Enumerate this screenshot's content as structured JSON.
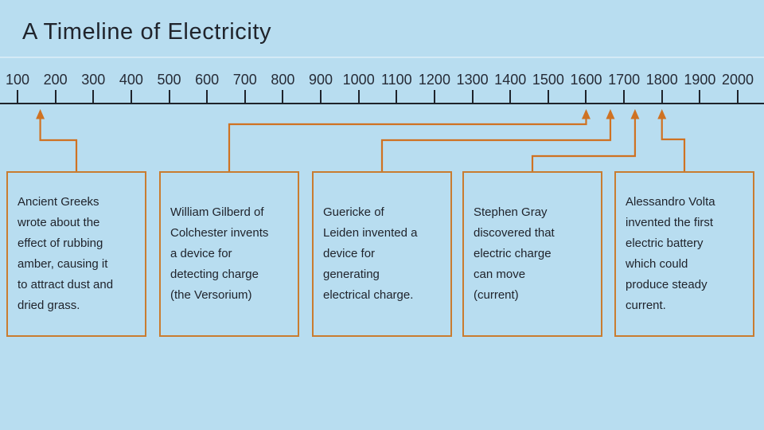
{
  "slide": {
    "title": "A Timeline of Electricity",
    "colors": {
      "background": "#b8ddf0",
      "accent_orange": "#cf7222",
      "box_border_orange": "#c97c30",
      "text_dark": "#20242c",
      "axis_dark": "#1f232b",
      "divider_light": "#d4eaf6"
    }
  },
  "timeline": {
    "tick_labels": [
      "100",
      "200",
      "300",
      "400",
      "500",
      "600",
      "700",
      "800",
      "900",
      "1000",
      "1100",
      "1200",
      "1300",
      "1400",
      "1500",
      "1600",
      "1700",
      "1800",
      "1900",
      "2000"
    ],
    "year_min": 100,
    "year_max": 2000,
    "year_step": 100
  },
  "chart_data": {
    "type": "timeline",
    "axis_range": [
      100,
      2000
    ],
    "events": [
      {
        "approx_year": 160,
        "text": "Ancient Greeks wrote about the effect of rubbing amber, causing it to attract dust and dried grass."
      },
      {
        "approx_year": 1600,
        "text": "William Gilberd of Colchester invents a device for detecting charge (the Versorium)"
      },
      {
        "approx_year": 1664,
        "text": "Guericke of Leiden invented a device for generating electrical charge."
      },
      {
        "approx_year": 1729,
        "text": "Stephen Gray discovered that electric charge can move (current)"
      },
      {
        "approx_year": 1800,
        "text": "Alessandro Volta invented the first electric battery which could produce steady current."
      }
    ]
  },
  "events": [
    {
      "name": "ancient-greeks",
      "arrow_year": 160,
      "lines": [
        "Ancient Greeks",
        "wrote about the",
        "effect of rubbing",
        "amber, causing it",
        "to attract dust and",
        "dried grass."
      ]
    },
    {
      "name": "william-gilberd",
      "arrow_year": 1600,
      "lines": [
        "William Gilberd of",
        "Colchester invents",
        "a device for",
        "detecting charge",
        "(the Versorium)"
      ]
    },
    {
      "name": "guericke",
      "arrow_year": 1664,
      "lines": [
        "Guericke of",
        "Leiden invented a",
        "device for",
        "generating",
        "electrical charge."
      ]
    },
    {
      "name": "stephen-gray",
      "arrow_year": 1729,
      "lines": [
        "Stephen Gray",
        "discovered that",
        "electric charge",
        "can move",
        "(current)"
      ]
    },
    {
      "name": "alessandro-volta",
      "arrow_year": 1800,
      "lines": [
        "Alessandro Volta",
        "invented the first",
        "electric battery",
        "which could",
        "produce steady",
        "current."
      ]
    }
  ]
}
